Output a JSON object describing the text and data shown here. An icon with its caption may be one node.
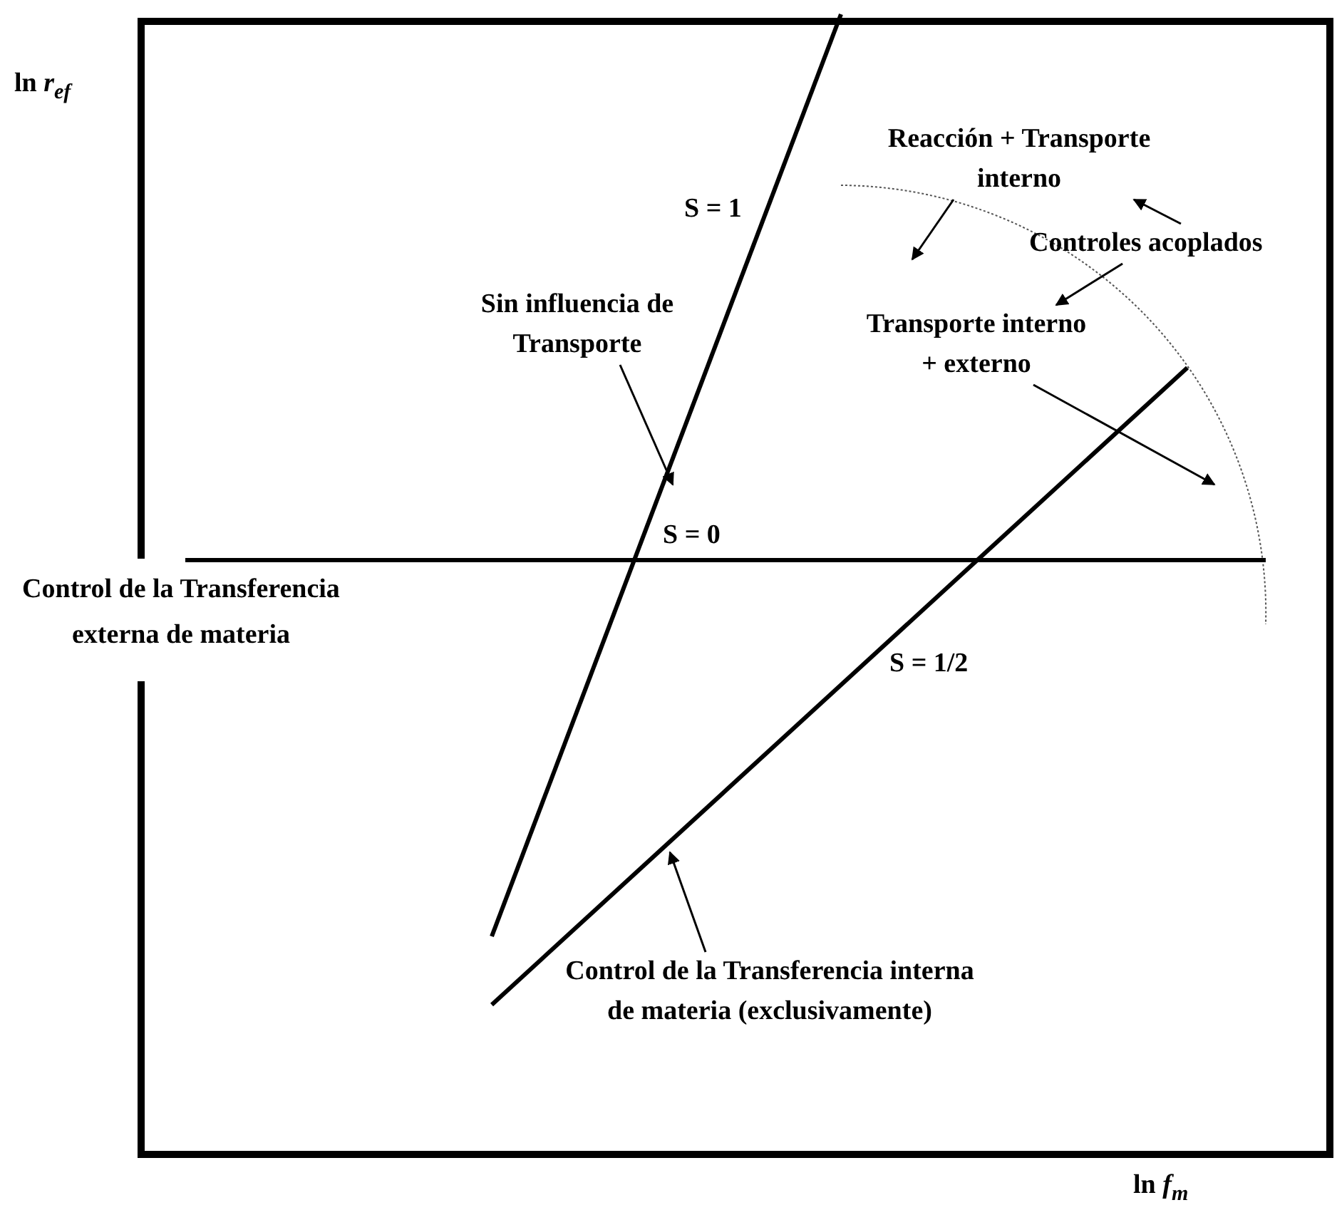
{
  "diagram": {
    "nodes": [
      {
        "text": [
          "Sin influencia de Transporte"
        ]
      },
      {
        "text": [
          "Reacción + Transporte interno"
        ]
      },
      {
        "text": [
          "Controles acoplados"
        ]
      },
      {
        "text": [
          "Transporte interno + externo"
        ]
      },
      {
        "text": [
          "Control de la Transferencia interna de materia (exclusivamente)"
        ]
      }
    ],
    "edges": [
      {
        "from": 0,
        "to": null,
        "arrow": "to"
      },
      {
        "from": 1,
        "to": null,
        "arrow": "to"
      },
      {
        "from": 2,
        "to": 1,
        "arrow": "to"
      },
      {
        "from": 2,
        "to": 3,
        "arrow": "to"
      },
      {
        "from": 3,
        "to": null,
        "arrow": "to"
      },
      {
        "from": 4,
        "to": null,
        "arrow": "to"
      }
    ],
    "labels": [
      "ln *r*$_{ef}$",
      "S = 1",
      "Control de la Transferencia externa de materia",
      "S = 0",
      "S = 1/2",
      "ln *f*$_{m}$"
    ]
  }
}
